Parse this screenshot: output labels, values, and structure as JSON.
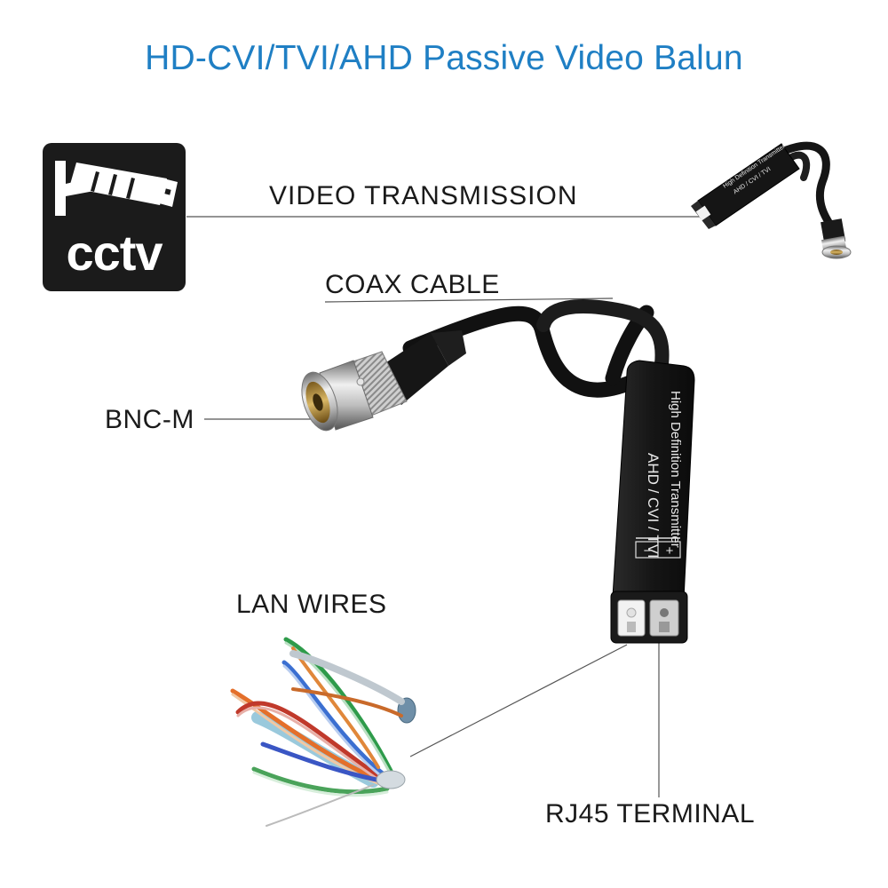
{
  "title": "HD-CVI/TVI/AHD Passive Video Balun",
  "colors": {
    "title": "#1f7fc4",
    "label": "#1a1a1a",
    "balun_body": "#141414",
    "cctv_tile": "#1b1b1b"
  },
  "cctv_icon": {
    "icon": "cctv-camera-icon",
    "text": "cctv"
  },
  "labels": {
    "video_transmission": "VIDEO  TRANSMISSION",
    "coax_cable": "COAX CABLE",
    "bnc_m": "BNC-M",
    "lan_wires": "LAN WIRES",
    "rj45_terminal": "RJ45 TERMINAL"
  },
  "balun": {
    "line1": "High Definition Transmitter",
    "line2": "AHD / CVI / TVI",
    "minus": "−",
    "plus": "+"
  },
  "small_balun": {
    "line1": "High Definition Transmitter",
    "line2": "AHD / CVI / TVI"
  }
}
